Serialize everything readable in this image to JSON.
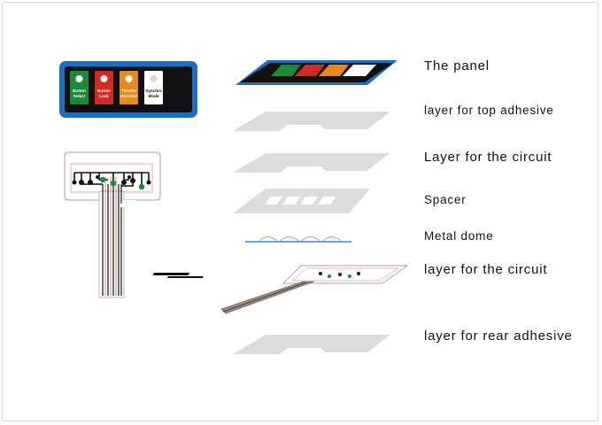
{
  "layers": [
    {
      "label": "The  panel"
    },
    {
      "label": "layer for top adhesive"
    },
    {
      "label": "Layer for the circuit"
    },
    {
      "label": "Spacer"
    },
    {
      "label": "Metal dome"
    },
    {
      "label": "layer for  the circuit"
    },
    {
      "label": "layer for  rear adhesive"
    }
  ],
  "keypad": {
    "keys": [
      {
        "line1": "Button",
        "line2": "Select",
        "color": "#1d8a3a"
      },
      {
        "line1": "Button",
        "line2": "Lock",
        "color": "#d42a22"
      },
      {
        "line1": "Throttle",
        "line2": "Override",
        "color": "#e8891c"
      },
      {
        "line1": "Synchro",
        "line2": "Mode",
        "color": "#ffffff"
      }
    ],
    "border_color": "#1a6fc0",
    "body_color": "#111111"
  }
}
